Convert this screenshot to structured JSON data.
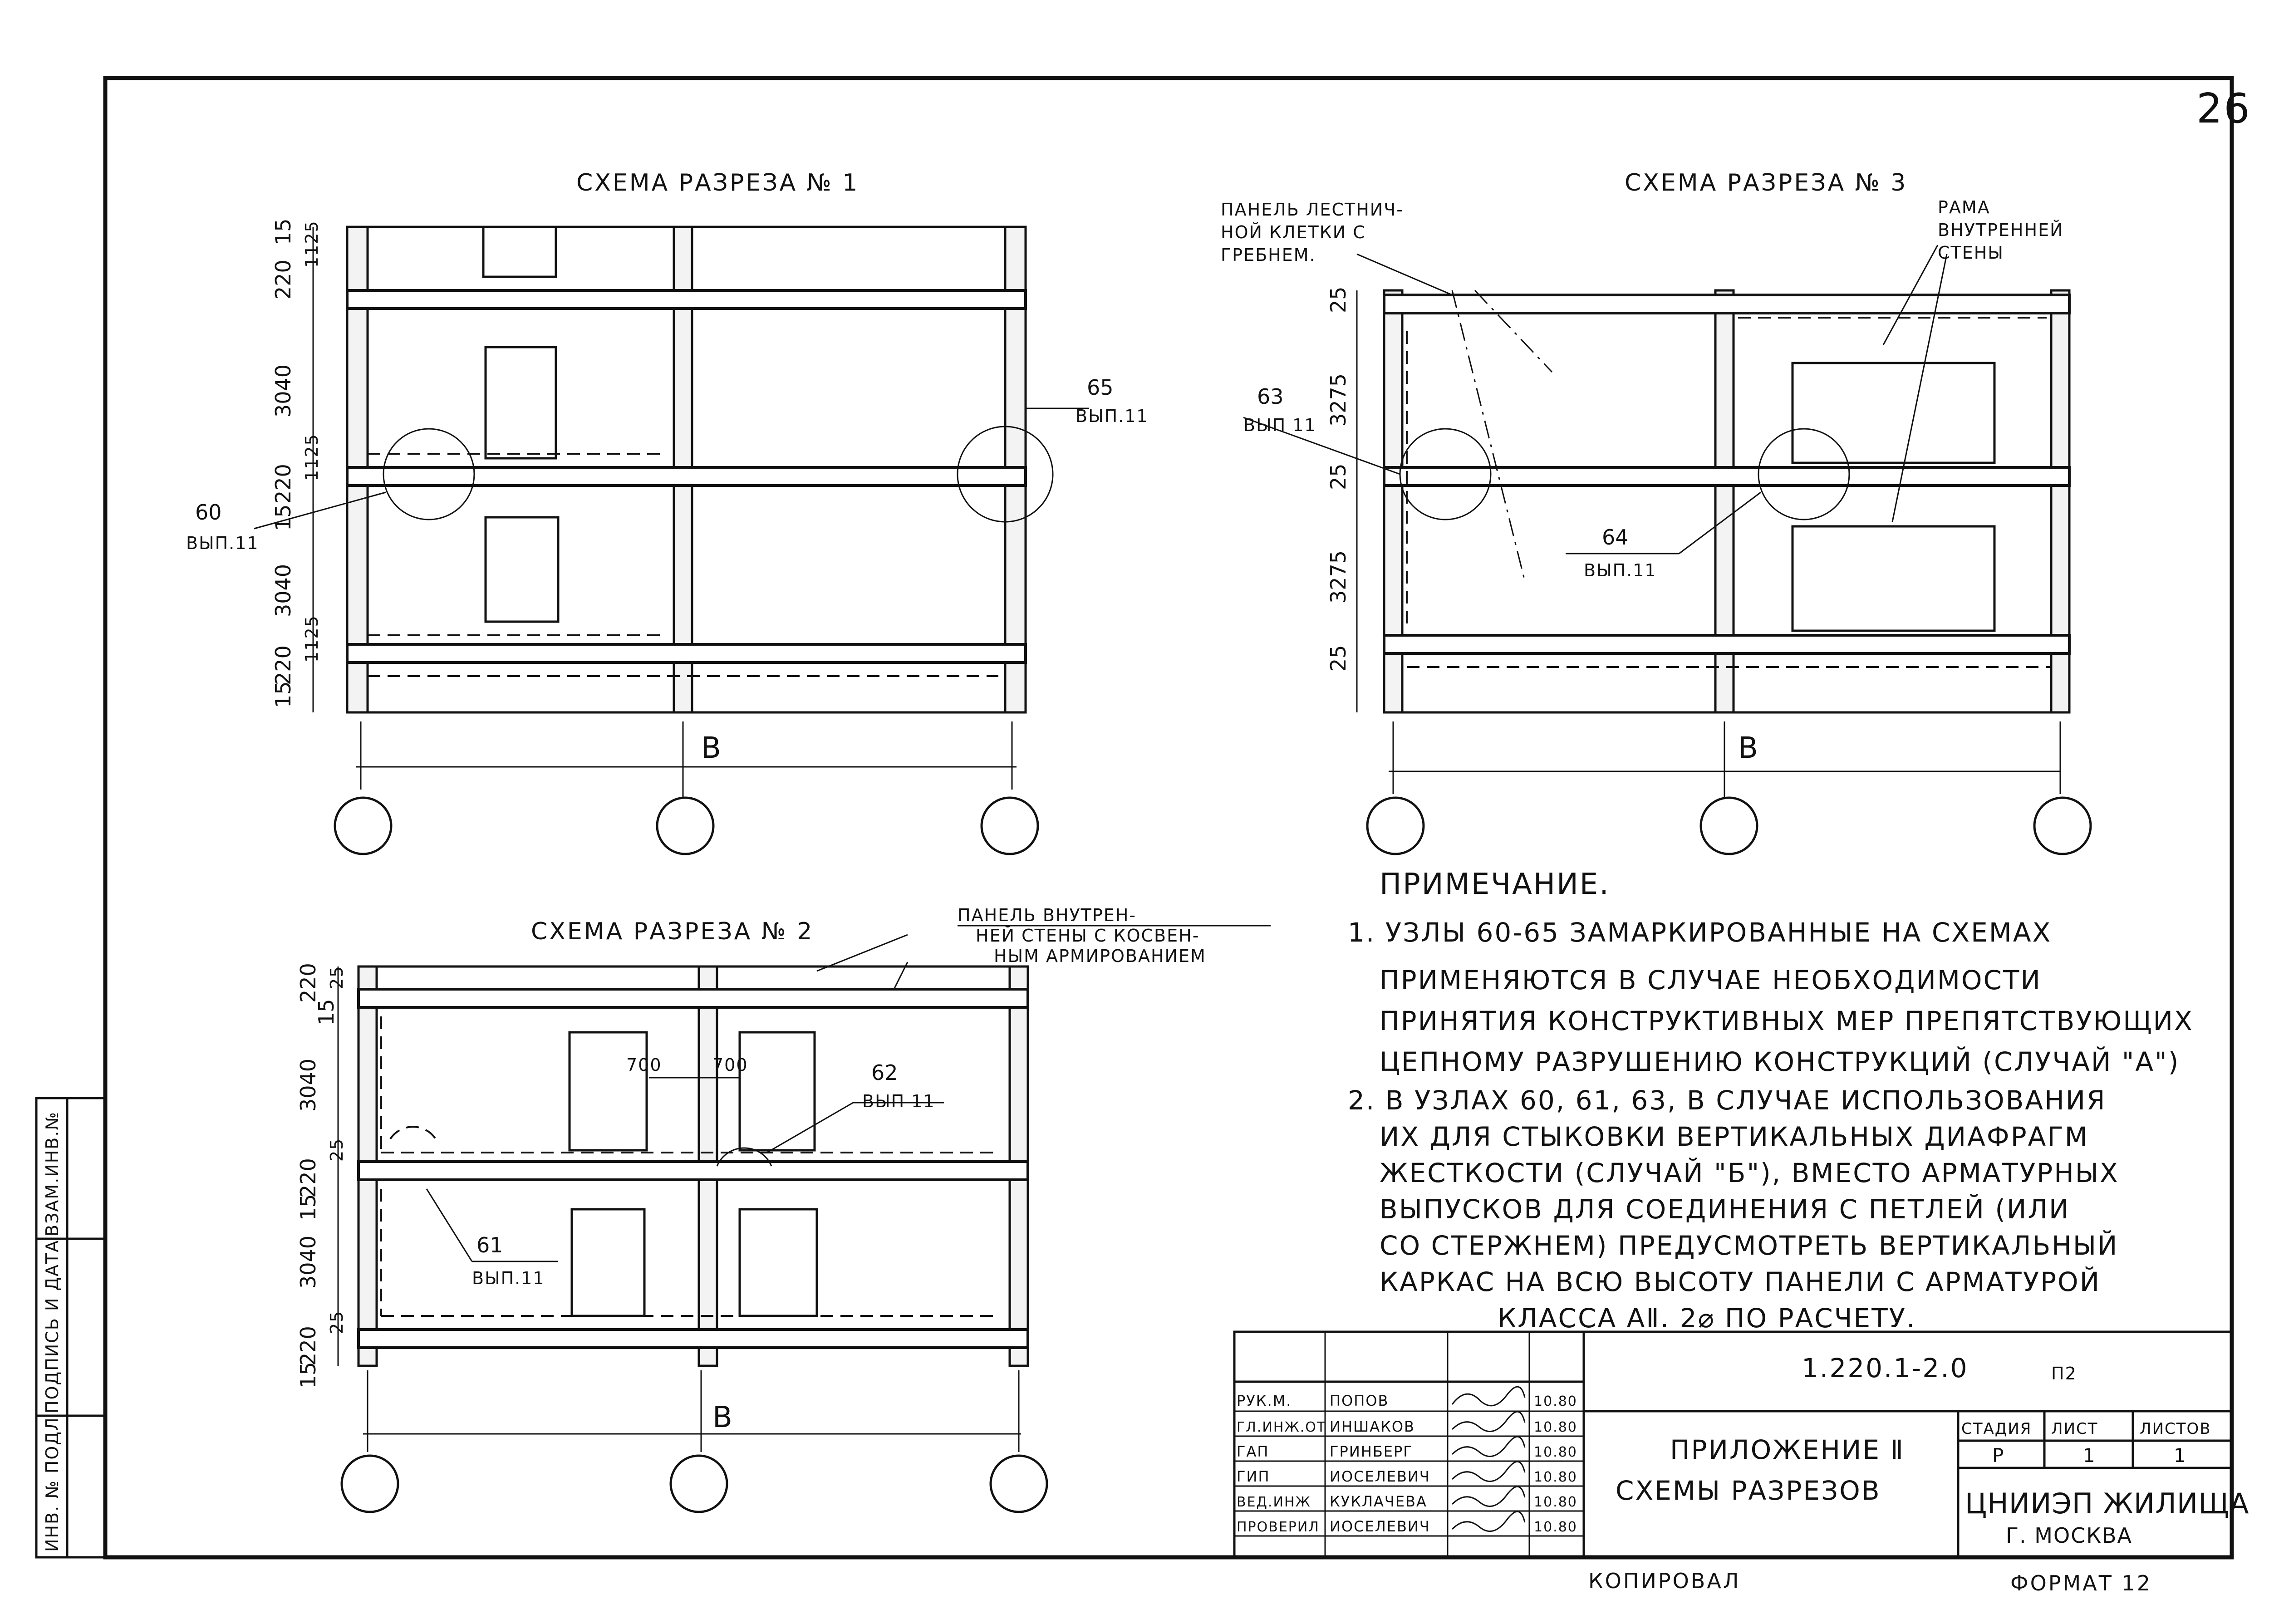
{
  "sheet_number": "26",
  "section1": {
    "title": "СХЕМА РАЗРЕЗА № 1",
    "dims": [
      "220",
      "15",
      "1125",
      "3040",
      "220",
      "15",
      "1125",
      "3040",
      "220",
      "15",
      "1125"
    ],
    "axis_label": "В",
    "callout_60": {
      "num": "60",
      "ref": "ВЫП.11"
    },
    "callout_65": {
      "num": "65",
      "ref": "ВЫП.11"
    }
  },
  "section2": {
    "title": "СХЕМА РАЗРЕЗА № 2",
    "dims": [
      "220",
      "15",
      "25",
      "3040",
      "220",
      "15",
      "25",
      "3040",
      "220",
      "15",
      "25"
    ],
    "opening_dims": [
      "700",
      "700"
    ],
    "axis_label": "В",
    "panel_note_line1": "ПАНЕЛЬ ВНУТРЕН-",
    "panel_note_line2": "НЕЙ СТЕНЫ С КОСВЕН-",
    "panel_note_line3": "НЫМ АРМИРОВАНИЕМ",
    "callout_61": {
      "num": "61",
      "ref": "ВЫП.11"
    },
    "callout_62": {
      "num": "62",
      "ref": "ВЫП 11"
    }
  },
  "section3": {
    "title": "СХЕМА РАЗРЕЗА № 3",
    "dims": [
      "25",
      "3275",
      "25",
      "3275",
      "25"
    ],
    "axis_label": "В",
    "stair_note_line1": "ПАНЕЛЬ ЛЕСТНИЧ-",
    "stair_note_line2": "НОЙ КЛЕТКИ С",
    "stair_note_line3": "ГРЕБНЕМ.",
    "frame_note_line1": "РАМА",
    "frame_note_line2": "ВНУТРЕННЕЙ",
    "frame_note_line3": "СТЕНЫ",
    "callout_63": {
      "num": "63",
      "ref": "ВЫП 11"
    },
    "callout_64": {
      "num": "64",
      "ref": "ВЫП.11"
    }
  },
  "notes": {
    "heading": "ПРИМЕЧАНИЕ.",
    "lines": [
      "1. УЗЛЫ 60-65 ЗАМАРКИРОВАННЫЕ НА СХЕМАХ",
      "ПРИМЕНЯЮТСЯ В СЛУЧАЕ НЕОБХОДИМОСТИ",
      "ПРИНЯТИЯ КОНСТРУКТИВНЫХ МЕР ПРЕПЯТСТВУЮЩИХ",
      "ЦЕПНОМУ РАЗРУШЕНИЮ КОНСТРУКЦИЙ (СЛУЧАЙ \"А\")",
      "2. В УЗЛАХ 60, 61, 63, В СЛУЧАЕ ИСПОЛЬЗОВАНИЯ",
      "ИХ ДЛЯ СТЫКОВКИ ВЕРТИКАЛЬНЫХ ДИАФРАГМ",
      "ЖЕСТКОСТИ (СЛУЧАЙ \"Б\"), ВМЕСТО АРМАТУРНЫХ",
      "ВЫПУСКОВ ДЛЯ СОЕДИНЕНИЯ С ПЕТЛЕЙ (ИЛИ",
      "СО СТЕРЖНЕМ) ПРЕДУСМОТРЕТЬ ВЕРТИКАЛЬНЫЙ",
      "КАРКАС НА ВСЮ ВЫСОТУ ПАНЕЛИ С АРМАТУРОЙ",
      "КЛАССА АⅡ. 2⌀ ПО РАСЧЕТУ."
    ]
  },
  "side_stamp": [
    "ИНВ. № ПОДЛ",
    "ПОДПИСЬ И ДАТА",
    "ВЗАМ.ИНВ.№"
  ],
  "title_block": {
    "doc_code": "1.220.1-2.0",
    "doc_suffix": "П2",
    "roles": [
      {
        "role": "РУК.М.",
        "name": "ПОПОВ",
        "date": "10.80"
      },
      {
        "role": "ГЛ.ИНЖ.ОТ",
        "name": "ИНШАКОВ",
        "date": "10.80"
      },
      {
        "role": "ГАП",
        "name": "ГРИНБЕРГ",
        "date": "10.80"
      },
      {
        "role": "ГИП",
        "name": "ИОСЕЛЕВИЧ",
        "date": "10.80"
      },
      {
        "role": "ВЕД.ИНЖ",
        "name": "КУКЛАЧЕВА",
        "date": "10.80"
      },
      {
        "role": "ПРОВЕРИЛ",
        "name": "ИОСЕЛЕВИЧ",
        "date": "10.80"
      }
    ],
    "title_line1": "ПРИЛОЖЕНИЕ Ⅱ",
    "title_line2": "СХЕМЫ РАЗРЕЗОВ",
    "stage_header": "СТАДИЯ",
    "sheet_header": "ЛИСТ",
    "sheets_header": "ЛИСТОВ",
    "stage": "Р",
    "sheet": "1",
    "sheets": "1",
    "org_line1": "ЦНИИЭП ЖИЛИЩА",
    "org_line2": "Г. МОСКВА"
  },
  "footer": {
    "copied": "КОПИРОВАЛ",
    "format": "ФОРМАТ 12"
  }
}
